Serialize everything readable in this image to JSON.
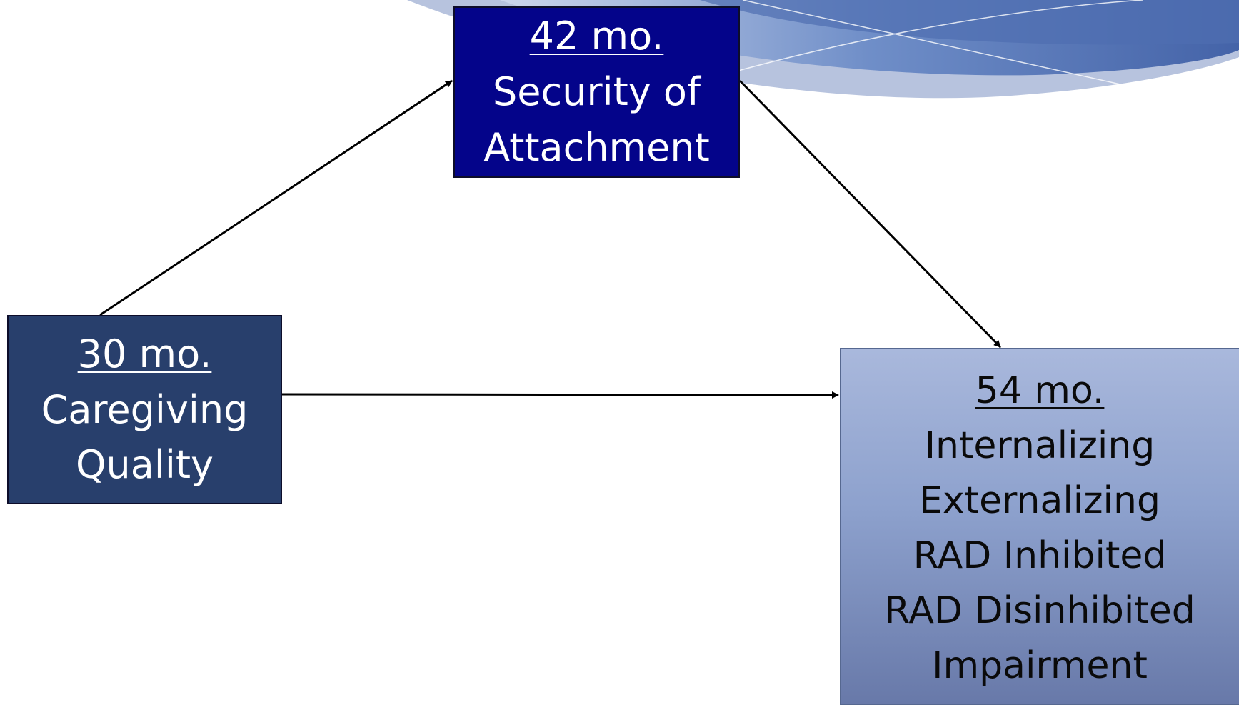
{
  "nodes": {
    "attachment": {
      "heading": "42 mo.",
      "line1": "Security of",
      "line2": "Attachment",
      "bg": "#04048a"
    },
    "caregiving": {
      "heading": "30 mo.",
      "line1": "Caregiving",
      "line2": "Quality",
      "bg": "#283f6c"
    },
    "outcomes": {
      "heading": "54 mo.",
      "lines": [
        "Internalizing",
        "Externalizing",
        "RAD Inhibited",
        "RAD Disinhibited",
        "Impairment"
      ]
    }
  },
  "edges": [
    {
      "from": "caregiving",
      "to": "attachment"
    },
    {
      "from": "attachment",
      "to": "outcomes"
    },
    {
      "from": "caregiving",
      "to": "outcomes"
    }
  ],
  "colors": {
    "arrow": "#000000",
    "decor_blue": "#4e6fb5"
  }
}
